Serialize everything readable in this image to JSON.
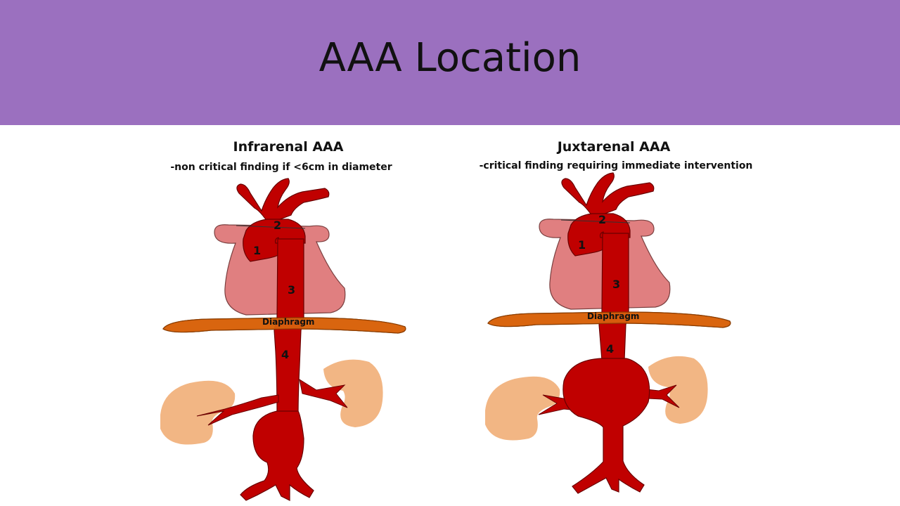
{
  "slide": {
    "title": "AAA Location"
  },
  "panels": [
    {
      "title": "Infrarenal AAA",
      "subtitle": "-non critical finding if <6cm in diameter",
      "labels": {
        "n1": "1",
        "n2": "2",
        "n3": "3",
        "n4": "4",
        "diaphragm": "Diaphragm"
      }
    },
    {
      "title": "Juxtarenal AAA",
      "subtitle": "-critical finding requiring immediate intervention",
      "labels": {
        "n1": "1",
        "n2": "2",
        "n3": "3",
        "n4": "4",
        "diaphragm": "Diaphragm"
      }
    }
  ],
  "colors": {
    "header": "#9b70bf",
    "aorta": "#c00000",
    "heart": "#e07f80",
    "diaphragm": "#d9650f",
    "kidney": "#f2b684"
  }
}
